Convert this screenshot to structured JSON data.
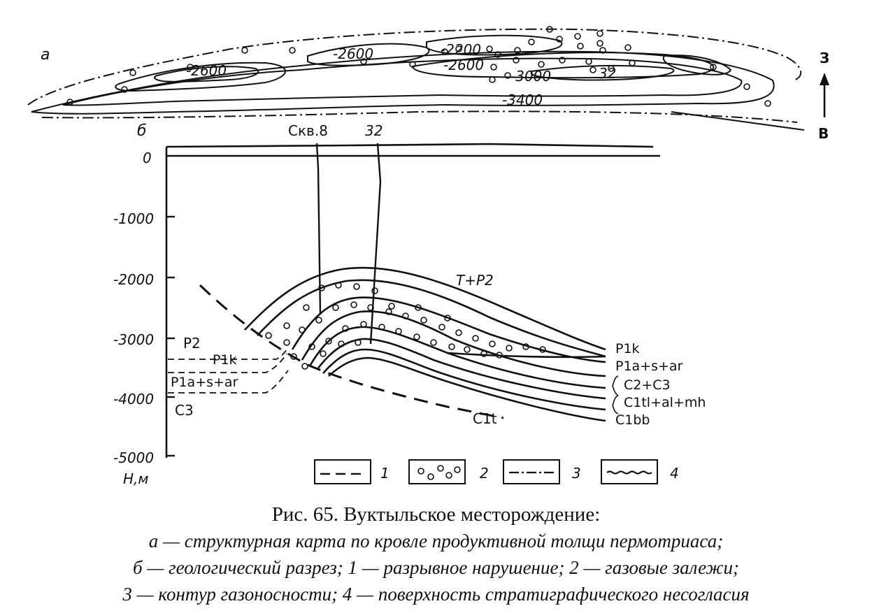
{
  "panel_a": {
    "label": "а",
    "contours": [
      "-2600",
      "-2600",
      "-2200",
      "-2600",
      "-3000",
      "32",
      "-3400"
    ],
    "compass": {
      "north": "З",
      "south": "В"
    }
  },
  "panel_b": {
    "label": "б",
    "wells": [
      "Скв.8",
      "32"
    ],
    "depth_axis": {
      "ticks": [
        "0",
        "-1000",
        "-2000",
        "-3000",
        "-4000",
        "-5000"
      ],
      "unit": "Н,м"
    },
    "strata_left": [
      "P2",
      "P1k",
      "P1a+s+ar",
      "C3"
    ],
    "strata_right": [
      "P1k",
      "P1a+s+ar",
      "C2+C3",
      "C1tl+al+mh",
      "C1bb"
    ],
    "strata_top": "T+P2",
    "strata_bottom": "C1t"
  },
  "legend": [
    {
      "number": "1",
      "symbol": "dashed-line"
    },
    {
      "number": "2",
      "symbol": "pebbles"
    },
    {
      "number": "3",
      "symbol": "dash-dot-line"
    },
    {
      "number": "4",
      "symbol": "wavy-line"
    }
  ],
  "caption": {
    "title": "Рис. 65. Вуктыльское месторождение:",
    "lines": [
      "а — структурная карта по кровле продуктивной толщи пермотриаса;",
      "б — геологический разрез; 1 — разрывное нарушение; 2 — газовые залежи;",
      "3 — контур газоносности; 4 — поверхность стратиграфического несогласия"
    ]
  }
}
